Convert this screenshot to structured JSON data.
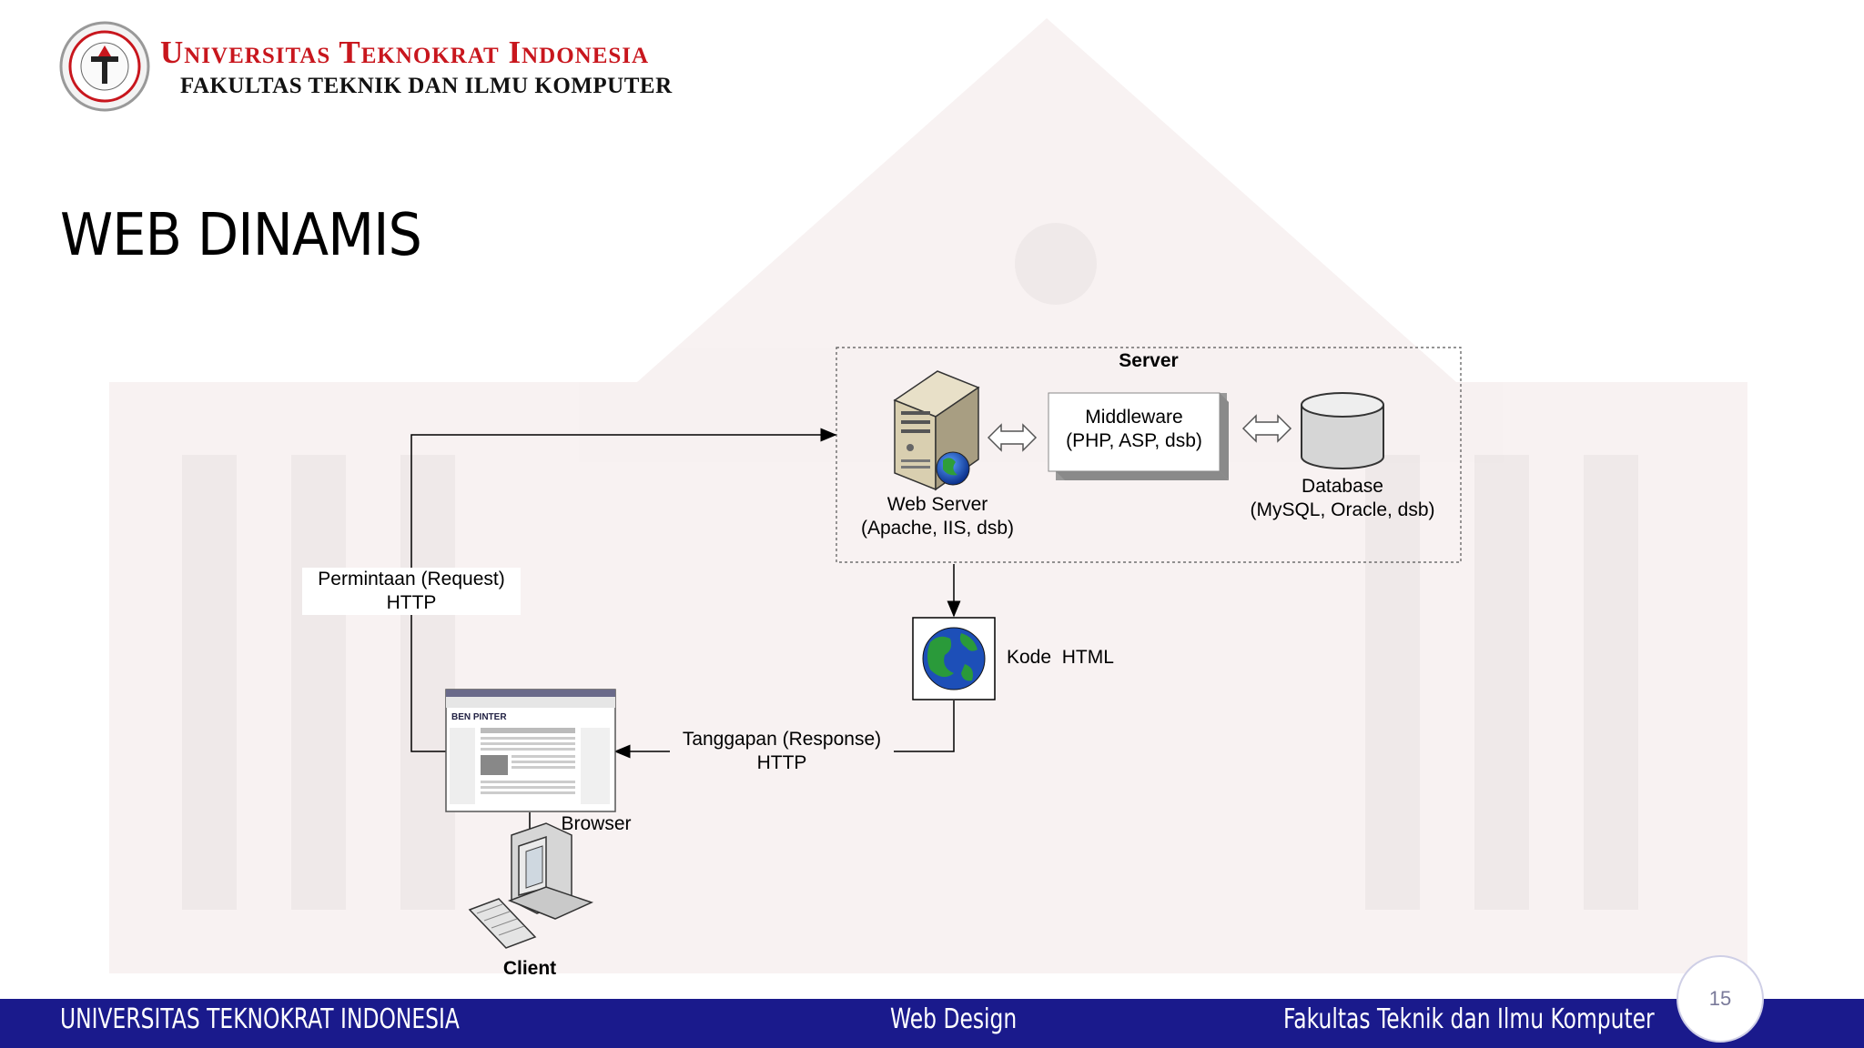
{
  "header": {
    "university": "Universitas Teknokrat Indonesia",
    "faculty": "FAKULTAS TEKNIK DAN ILMU KOMPUTER"
  },
  "slide": {
    "title": "WEB DINAMIS",
    "page_number": "15"
  },
  "diagram": {
    "server_group": "Server",
    "web_server": {
      "name": "Web Server",
      "detail": "(Apache, IIS, dsb)"
    },
    "middleware": {
      "name": "Middleware",
      "detail": "(PHP, ASP, dsb)"
    },
    "database": {
      "name": "Database",
      "detail": "(MySQL, Oracle, dsb)"
    },
    "request": {
      "line1": "Permintaan (Request)",
      "line2": "HTTP"
    },
    "response": {
      "line1": "Tanggapan (Response)",
      "line2": "HTTP"
    },
    "html_code": "Kode  HTML",
    "browser": "Browser",
    "client": "Client"
  },
  "footer": {
    "left": "UNIVERSITAS TEKNOKRAT INDONESIA",
    "center": "Web Design",
    "right": "Fakultas Teknik dan Ilmu Komputer"
  },
  "colors": {
    "footer_bar": "#1a1a8c",
    "header_red": "#c8161d"
  }
}
